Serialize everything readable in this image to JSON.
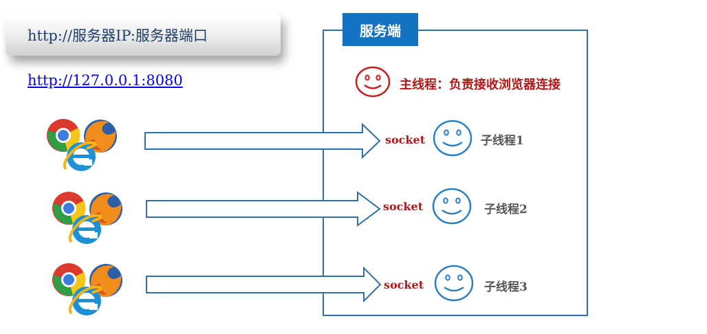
{
  "url_box": {
    "format_text": "http://服务器IP:服务器端口",
    "example_link": "http://127.0.0.1:8080"
  },
  "server": {
    "title": "服务端",
    "main_thread_label": "主线程：负责接收浏览器连接"
  },
  "connections": [
    {
      "socket_label": "socket",
      "thread_label": "子线程1"
    },
    {
      "socket_label": "socket",
      "thread_label": "子线程2"
    },
    {
      "socket_label": "socket",
      "thread_label": "子线程3"
    }
  ],
  "icons": {
    "browser_icons": [
      "chrome-icon",
      "firefox-icon",
      "ie-icon"
    ],
    "main_thread_face": "smiley-face-icon",
    "thread_face": "smiley-face-icon",
    "arrow": "right-arrow-icon"
  },
  "colors": {
    "server_tab": "#1472c2",
    "server_border": "#2f6ea8",
    "main_thread": "#b01818",
    "socket_text": "#b01818",
    "thread_face": "#2a7fc4",
    "main_face": "#c42020",
    "arrow_stroke": "#2f6ea8",
    "thread_text": "#555555"
  }
}
